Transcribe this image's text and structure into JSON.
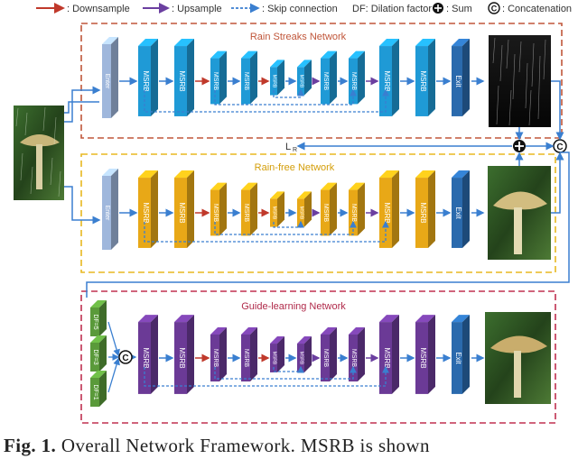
{
  "legend": {
    "downsample": ": Downsample",
    "upsample": ": Upsample",
    "skip": ": Skip connection",
    "dilation": "DF: Dilation factor",
    "sum": ": Sum",
    "concat": ": Concatenation",
    "concat_symbol": "C"
  },
  "networks": {
    "rain_streaks": "Rain Streaks Network",
    "rain_free": "Rain-free Network",
    "guide": "Guide-learning Network"
  },
  "blocks": {
    "enter": "Enter",
    "msrb": "MSRB",
    "exit": "Exit",
    "df5": "DF=5",
    "df3": "DF=3",
    "df1": "DF=1"
  },
  "loss_label": "L",
  "loss_sub": "R",
  "caption": {
    "fig": "Fig. 1.",
    "text": "Overall Network Framework. MSRB is shown"
  },
  "colors": {
    "streaks_block": "#1f9ad6",
    "rainfree_block": "#e8a817",
    "guide_block": "#6b3a96",
    "enter_block": "#9fb7dc",
    "exit_block": "#2a6aad",
    "df_block": "#5a9a3a",
    "downsample_arrow": "#c0392b",
    "upsample_arrow": "#6b3fa0",
    "skip_arrow": "#3a7fd0"
  }
}
